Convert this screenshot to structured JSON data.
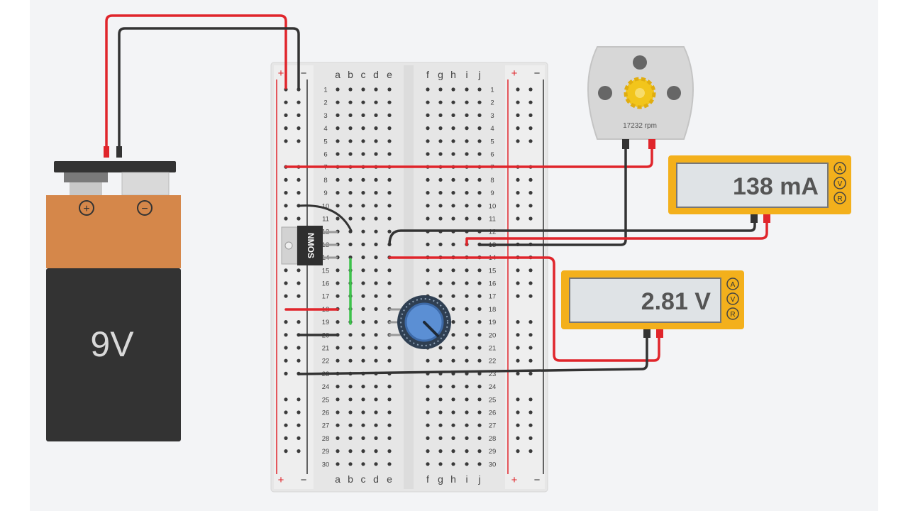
{
  "battery": {
    "voltage_label": "9V",
    "plus_symbol": "+",
    "minus_symbol": "−"
  },
  "breadboard": {
    "columns_left": [
      "a",
      "b",
      "c",
      "d",
      "e"
    ],
    "columns_right": [
      "f",
      "g",
      "h",
      "i",
      "j"
    ],
    "row_count": 30,
    "rail_plus": "+",
    "rail_minus": "−"
  },
  "motor": {
    "rpm_label": "17232 rpm"
  },
  "transistor": {
    "label": "NMOS"
  },
  "ammeter": {
    "reading": "138 mA",
    "mode_buttons": [
      "A",
      "V",
      "R"
    ]
  },
  "voltmeter": {
    "reading": "2.81 V",
    "mode_buttons": [
      "A",
      "V",
      "R"
    ]
  },
  "colors": {
    "wire_red": "#e0252b",
    "wire_black": "#333333",
    "wire_green": "#3cc24a",
    "meter_frame": "#f3b01c",
    "meter_screen": "#dfe3e6",
    "battery_top": "#d5874a",
    "battery_body": "#333333",
    "breadboard": "#eaeaea",
    "potentiometer_knob": "#5b8fd4"
  }
}
